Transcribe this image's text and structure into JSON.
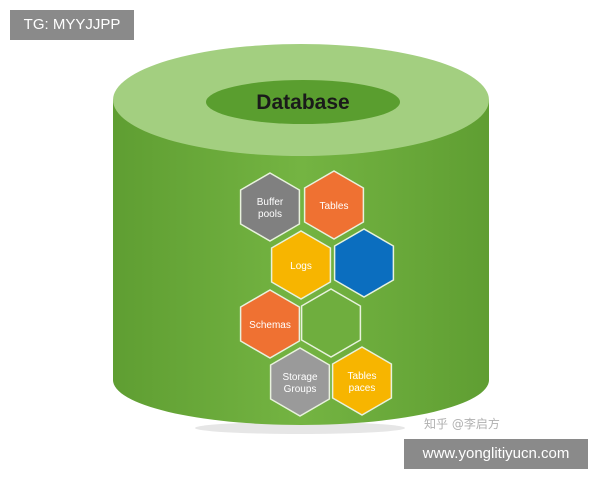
{
  "tags": {
    "top": "TG: MYYJJPP",
    "bottom": "www.yonglitiyucn.com"
  },
  "database": {
    "title": "Database"
  },
  "hexagons": [
    {
      "id": "buffer-pools",
      "lines": [
        "Buffer",
        "pools"
      ],
      "color": "#808080"
    },
    {
      "id": "tables",
      "lines": [
        "Tables"
      ],
      "color": "#ef7132"
    },
    {
      "id": "logs",
      "lines": [
        "Logs"
      ],
      "color": "#f7b500"
    },
    {
      "id": "blue",
      "lines": [],
      "color": "#0b6ebf"
    },
    {
      "id": "schemas",
      "lines": [
        "Schemas"
      ],
      "color": "#ef7132"
    },
    {
      "id": "green",
      "lines": [],
      "color": "#6fae3e"
    },
    {
      "id": "storage-groups",
      "lines": [
        "Storage",
        "Groups"
      ],
      "color": "#9a9a9a"
    },
    {
      "id": "tablespaces",
      "lines": [
        "Tables",
        "paces"
      ],
      "color": "#f7b500"
    }
  ],
  "watermark": "知乎 @李启方",
  "colors": {
    "cylinder_body": "#6fae3e",
    "cylinder_top": "#a3cf80",
    "inner_ellipse": "#5a9e2f"
  }
}
